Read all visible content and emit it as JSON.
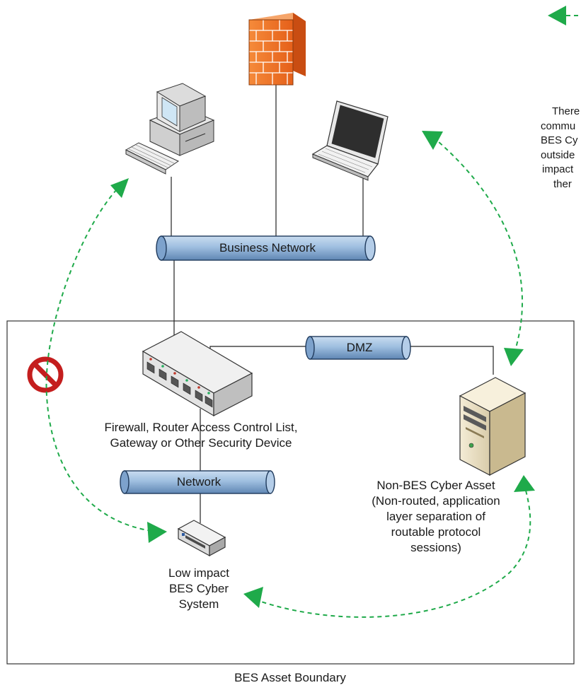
{
  "labels": {
    "business_network": "Business Network",
    "dmz": "DMZ",
    "network": "Network",
    "security_device_line1": "Firewall, Router Access Control List,",
    "security_device_line2": "Gateway or Other Security Device",
    "non_bes_line1": "Non-BES Cyber Asset",
    "non_bes_line2": "(Non-routed, application",
    "non_bes_line3": "layer separation of",
    "non_bes_line4": "routable protocol",
    "non_bes_line5": "sessions)",
    "low_impact_line1": "Low impact",
    "low_impact_line2": "BES Cyber",
    "low_impact_line3": "System",
    "boundary": "BES Asset Boundary"
  },
  "side_note": {
    "line1": "There",
    "line2": "commu",
    "line3": "BES Cy",
    "line4": "outside",
    "line5": "impact",
    "line6": "ther"
  },
  "colors": {
    "pipe_fill": "#8fb3d9",
    "pipe_stroke": "#1f3a5c",
    "arrow": "#1faa4a",
    "firewall": "#f07a2a",
    "prohibit": "#cc1f1f",
    "boundary": "#333333"
  }
}
